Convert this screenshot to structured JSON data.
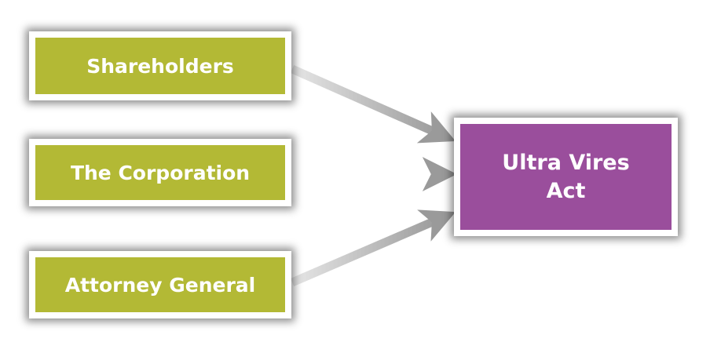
{
  "sources": [
    {
      "label": "Shareholders"
    },
    {
      "label": "The Corporation"
    },
    {
      "label": "Attorney General"
    }
  ],
  "target": {
    "line1": "Ultra Vires",
    "line2": "Act"
  },
  "colors": {
    "source_fill": "#b3b935",
    "target_fill": "#9a4e9c",
    "arrow": "#a8a8a8"
  }
}
